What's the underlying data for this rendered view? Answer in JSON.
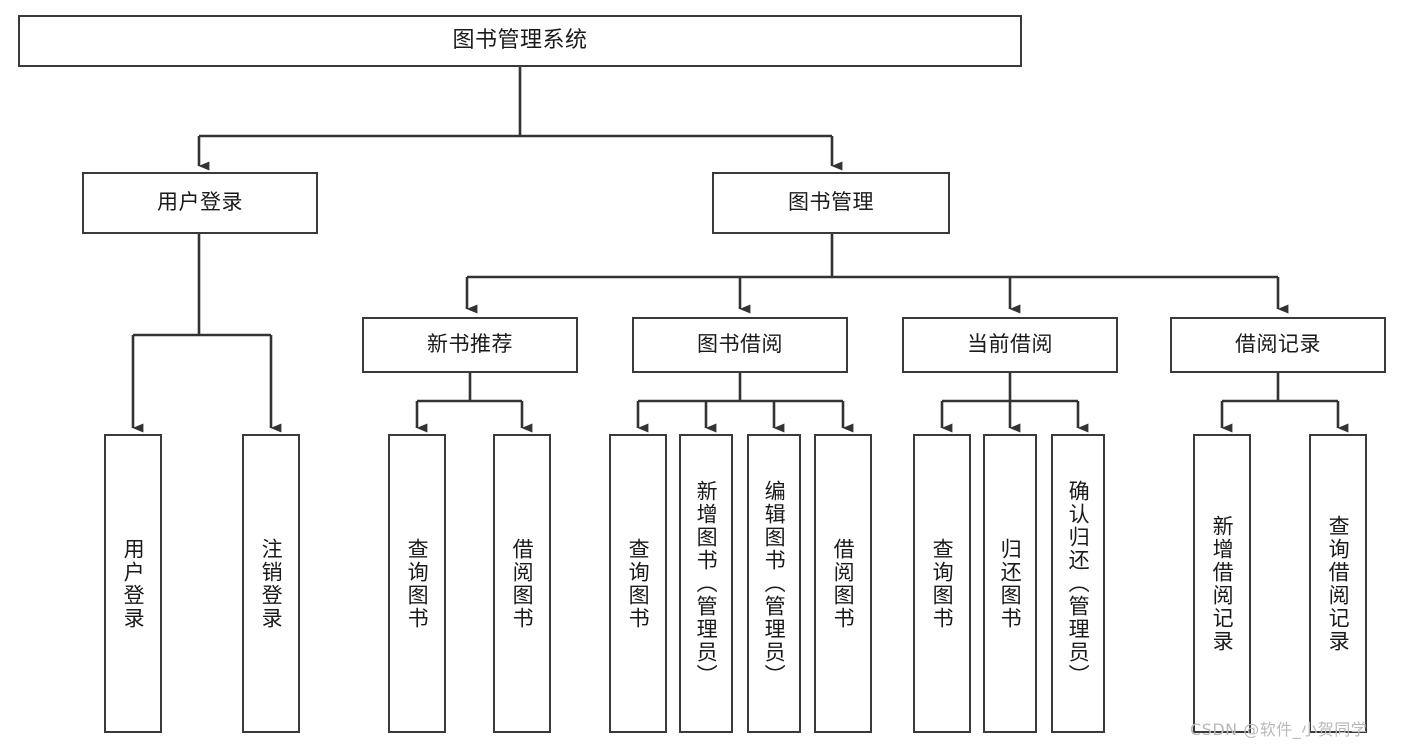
{
  "diagram": {
    "title": "图书管理系统",
    "watermark": "CSDN @软件_小贺同学",
    "colors": {
      "box_border": "#3a3a3a",
      "box_fill": "#ffffff",
      "connector": "#333333",
      "text": "#1a1a1a",
      "watermark": "#b9b9b9"
    },
    "nodes": {
      "root": "图书管理系统",
      "level2": {
        "user_login": "用户登录",
        "book_manage": "图书管理"
      },
      "level3": {
        "new_book_recommend": "新书推荐",
        "book_borrow": "图书借阅",
        "current_borrow": "当前借阅",
        "borrow_record": "借阅记录"
      },
      "leaves": {
        "user_login_children": [
          "用户登录",
          "注销登录"
        ],
        "new_book_recommend_children": [
          "查询图书",
          "借阅图书"
        ],
        "book_borrow_children": [
          "查询图书",
          "新增图书（管理员）",
          "编辑图书（管理员）",
          "借阅图书"
        ],
        "current_borrow_children": [
          "查询图书",
          "归还图书",
          "确认归还（管理员）"
        ],
        "borrow_record_children": [
          "新增借阅记录",
          "查询借阅记录"
        ]
      }
    }
  }
}
